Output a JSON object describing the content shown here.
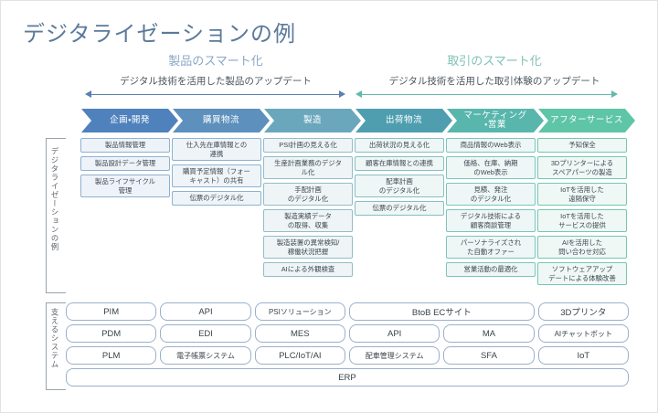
{
  "title": "デジタライゼーションの例",
  "sections": {
    "left": {
      "heading": "製品のスマート化",
      "subtitle": "デジタル技術を活用した製品のアップデート",
      "color": "#5b7fae"
    },
    "right": {
      "heading": "取引のスマート化",
      "subtitle": "デジタル技術を活用した取引体験のアップデート",
      "color": "#62b9ac"
    }
  },
  "side_labels": {
    "upper": "デジタライゼーションの例",
    "lower": "支えるシステム"
  },
  "stages": [
    {
      "label": "企画・開発",
      "color": "#4f82bd"
    },
    {
      "label": "購買物流",
      "color": "#5d90bd"
    },
    {
      "label": "製造",
      "color": "#6aa7bd"
    },
    {
      "label": "出荷物流",
      "color": "#4f9eb0"
    },
    {
      "label": "マーケティング\n・営業",
      "color": "#58b6ac"
    },
    {
      "label": "アフターサービス",
      "color": "#5ec5a6"
    }
  ],
  "columns": [
    {
      "stage": "企画・開発",
      "border": "#8fb0cf",
      "fill": "#eef3f9",
      "items": [
        "製品情報管理",
        "製品設計データ管理",
        "製品ライフサイクル\n管理"
      ]
    },
    {
      "stage": "購買物流",
      "border": "#8fb2cf",
      "fill": "#eef4f8",
      "items": [
        "仕入先在庫情報との\n連携",
        "購買予定情報（フォー\nキャスト）の共有",
        "伝票のデジタル化"
      ]
    },
    {
      "stage": "製造",
      "border": "#93bcc9",
      "fill": "#eff5f7",
      "items": [
        "PSI計画の見える化",
        "生産計画業務のデジタ\nル化",
        "手配計画\nのデジタル化",
        "製造実績データ\nの取得、収集",
        "製造装置の異常検知/\n稼働状況把握",
        "AIによる外観検査"
      ]
    },
    {
      "stage": "出荷物流",
      "border": "#87bfc4",
      "fill": "#eef6f6",
      "items": [
        "出荷状況の見える化",
        "顧客在庫情報との連携",
        "配車計画\nのデジタル化",
        "伝票のデジタル化"
      ]
    },
    {
      "stage": "マーケティング・営業",
      "border": "#7cc4bb",
      "fill": "#eef7f6",
      "items": [
        "商品情報のWeb表示",
        "価格、在庫、納期\nのWeb表示",
        "見積、発注\nのデジタル化",
        "デジタル技術による\n顧客商談管理",
        "パーソナライズされ\nた自動オファー",
        "営業活動の最適化"
      ]
    },
    {
      "stage": "アフターサービス",
      "border": "#74c7b2",
      "fill": "#eff8f5",
      "items": [
        "予知保全",
        "3Dプリンターによる\nスペアパーツの製造",
        "IoTを活用した\n遠隔保守",
        "IoTを活用した\nサービスの提供",
        "AIを活用した\n問い合わせ対応",
        "ソフトウェアアップ\nデートによる体験改善"
      ]
    }
  ],
  "systems": {
    "rows": [
      [
        {
          "label": "PIM",
          "span": 1
        },
        {
          "label": "API",
          "span": 1
        },
        {
          "label": "PSIソリューション",
          "span": 1,
          "small": true
        },
        {
          "label": "BtoB ECサイト",
          "span": 2
        },
        {
          "label": "3Dプリンタ",
          "span": 1
        }
      ],
      [
        {
          "label": "PDM",
          "span": 1
        },
        {
          "label": "EDI",
          "span": 1
        },
        {
          "label": "MES",
          "span": 1
        },
        {
          "label": "API",
          "span": 1
        },
        {
          "label": "MA",
          "span": 1
        },
        {
          "label": "AIチャットボット",
          "span": 1,
          "small": true
        }
      ],
      [
        {
          "label": "PLM",
          "span": 1
        },
        {
          "label": "電子帳票システム",
          "span": 1,
          "small": true
        },
        {
          "label": "PLC/IoT/AI",
          "span": 1
        },
        {
          "label": "配車管理システム",
          "span": 1,
          "small": true
        },
        {
          "label": "SFA",
          "span": 1
        },
        {
          "label": "IoT",
          "span": 1
        }
      ]
    ],
    "footer": {
      "label": "ERP",
      "span": 6
    }
  }
}
